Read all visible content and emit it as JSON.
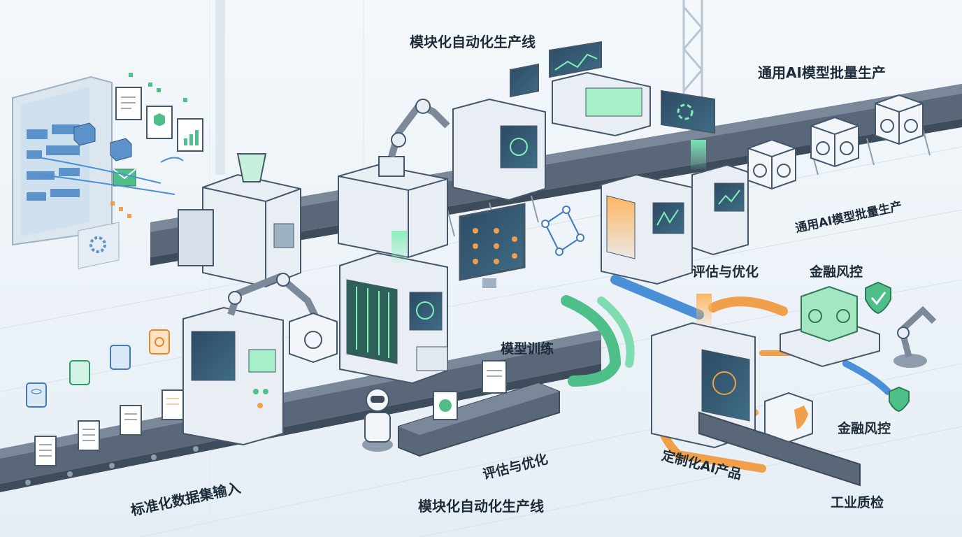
{
  "labels": {
    "top_line": "模块化自动化生产线",
    "top_right_batch": "通用AI模型批量生产",
    "belt_batch": "通用AI模型批量生产",
    "eval_top": "评估与优化",
    "finance_top": "金融风控",
    "train": "模型训练",
    "finance_bottom": "金融风控",
    "eval_bottom": "评估与优化",
    "custom": "定制化AI产品",
    "dataset_input": "标准化数据集输入",
    "bottom_line": "模块化自动化生产线",
    "quality": "工业质检"
  },
  "colors": {
    "green": "#4fbf8a",
    "orange": "#f0a04b",
    "blue": "#4a8fd8",
    "steel": "#cfd9e3",
    "dark": "#3e4b5a"
  }
}
